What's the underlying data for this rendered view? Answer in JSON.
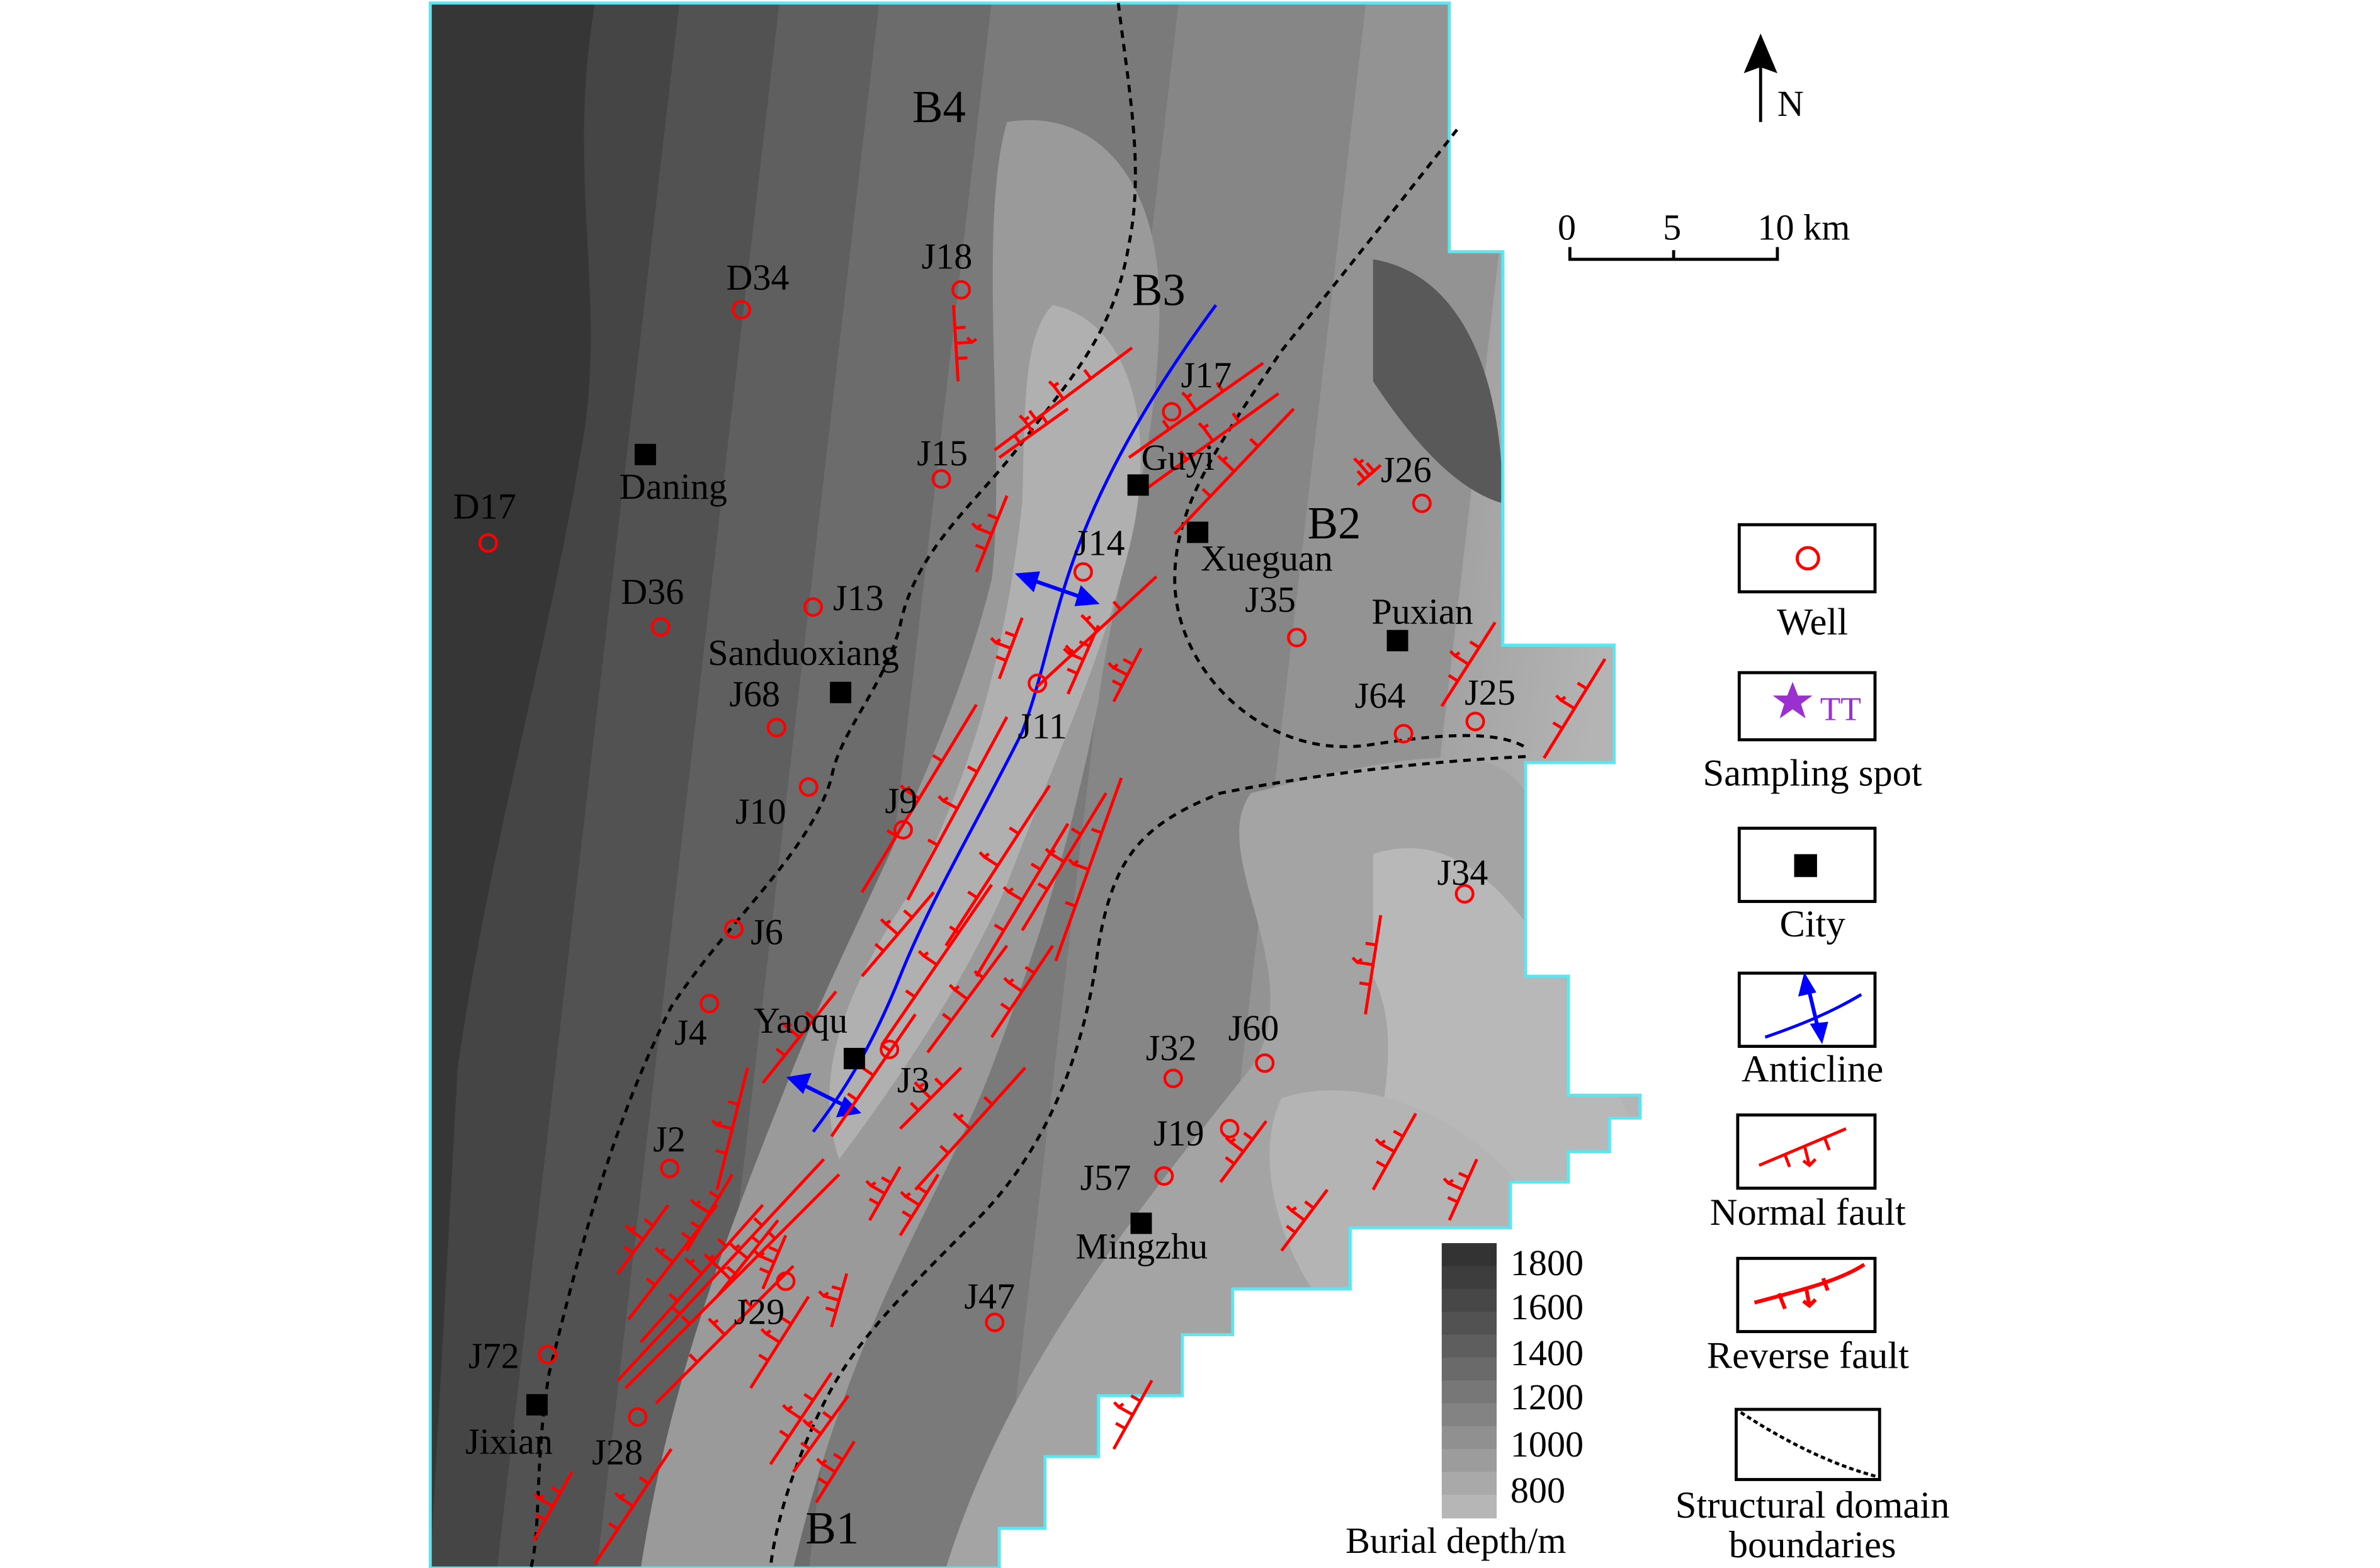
{
  "map": {
    "domains": [
      "B4",
      "B3",
      "B2",
      "B1"
    ],
    "wells": [
      "D34",
      "J18",
      "J17",
      "J15",
      "J26",
      "D17",
      "J14",
      "D36",
      "J13",
      "J35",
      "J68",
      "J11",
      "J64",
      "J25",
      "J10",
      "J9",
      "J34",
      "J6",
      "J4",
      "J3",
      "J32",
      "J60",
      "J2",
      "J19",
      "J57",
      "J29",
      "J47",
      "J72",
      "J28"
    ],
    "cities": [
      "Daning",
      "Guyi",
      "Xueguan",
      "Puxian",
      "Sanduoxiang",
      "Yaoqu",
      "Mingzhu",
      "Jixian"
    ]
  },
  "north_arrow": {
    "label": "N"
  },
  "scale_bar": {
    "ticks": [
      "0",
      "5",
      "10 km"
    ]
  },
  "depth_legend": {
    "title": "Burial depth/m",
    "ticks": [
      "1800",
      "1600",
      "1400",
      "1200",
      "1000",
      "800"
    ],
    "colors": [
      "#333333",
      "#3d3d3d",
      "#474747",
      "#525252",
      "#5e5e5e",
      "#6a6a6a",
      "#777777",
      "#838383",
      "#909090",
      "#9c9c9c",
      "#a9a9a9",
      "#b6b6b6"
    ]
  },
  "legend": {
    "well": "Well",
    "sampling_spot": "Sampling spot",
    "sampling_spot_symbol": "TT",
    "city": "City",
    "anticline": "Anticline",
    "normal_fault": "Normal fault",
    "reverse_fault": "Reverse fault",
    "domain_boundaries_line1": "Structural domain",
    "domain_boundaries_line2": "boundaries"
  },
  "colors": {
    "well": "#ff0000",
    "fault": "#ff0000",
    "anticline": "#0000ff",
    "sampling": "#9b30d0",
    "border": "#5ce6f0"
  }
}
